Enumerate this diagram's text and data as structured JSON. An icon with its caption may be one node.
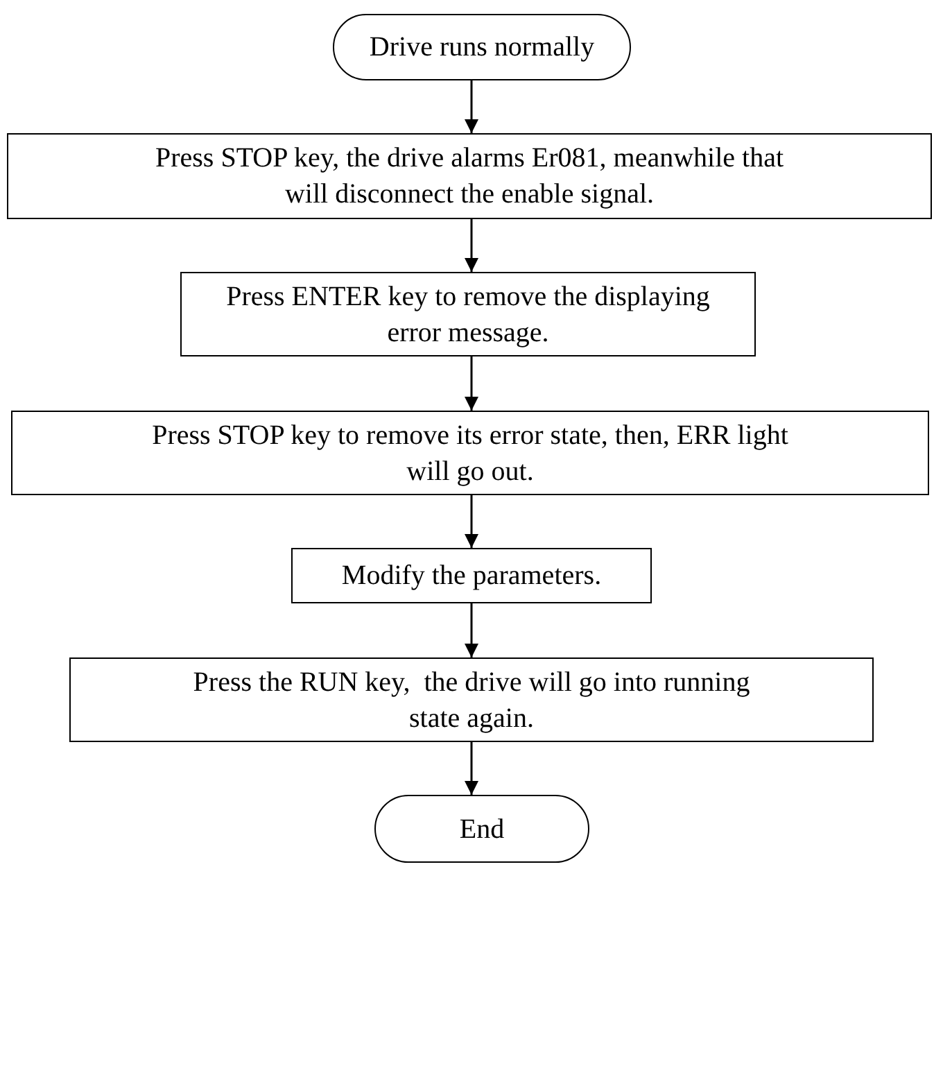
{
  "diagram": {
    "nodes": [
      {
        "text": [
          "Drive runs normally"
        ]
      },
      {
        "text": [
          "Press STOP key, the drive alarms Er081, meanwhile that will disconnect the enable signal."
        ]
      },
      {
        "text": [
          "Press ENTER key to remove the displaying error message."
        ]
      },
      {
        "text": [
          "Press STOP key to remove its error state, then, ERR light will go out."
        ]
      },
      {
        "text": [
          "Modify the parameters."
        ]
      },
      {
        "text": [
          "Press the RUN key,  the drive will go into running state again."
        ]
      },
      {
        "text": [
          "End"
        ]
      }
    ],
    "edges": [
      {
        "from": 0,
        "to": 1,
        "arrow": "to"
      },
      {
        "from": 1,
        "to": 2,
        "arrow": "to"
      },
      {
        "from": 2,
        "to": 3,
        "arrow": "to"
      },
      {
        "from": 3,
        "to": 4,
        "arrow": "to"
      },
      {
        "from": 4,
        "to": 5,
        "arrow": "to"
      },
      {
        "from": 5,
        "to": 6,
        "arrow": "to"
      }
    ]
  }
}
